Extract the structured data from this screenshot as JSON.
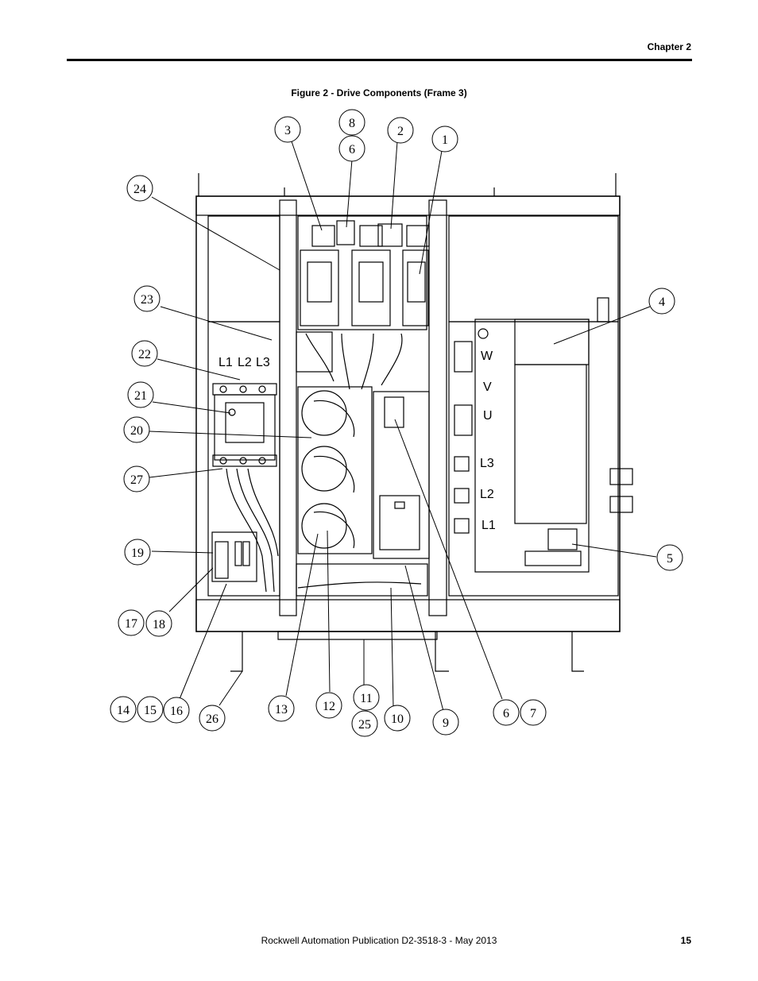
{
  "header": {
    "chapter": "Chapter 2"
  },
  "figure": {
    "title": "Figure 2 - Drive Components (Frame 3)",
    "terminal_labels": {
      "l1": "L1",
      "l2": "L2",
      "l3": "L3",
      "w": "W",
      "v": "V",
      "u": "U",
      "out_l3": "L3",
      "out_l2": "L2",
      "out_l1": "L1"
    },
    "callouts": [
      {
        "id": "c3",
        "label": "3"
      },
      {
        "id": "c8",
        "label": "8"
      },
      {
        "id": "c6a",
        "label": "6"
      },
      {
        "id": "c2",
        "label": "2"
      },
      {
        "id": "c1",
        "label": "1"
      },
      {
        "id": "c24",
        "label": "24"
      },
      {
        "id": "c4",
        "label": "4"
      },
      {
        "id": "c23",
        "label": "23"
      },
      {
        "id": "c22",
        "label": "22"
      },
      {
        "id": "c21",
        "label": "21"
      },
      {
        "id": "c20",
        "label": "20"
      },
      {
        "id": "c27",
        "label": "27"
      },
      {
        "id": "c19",
        "label": "19"
      },
      {
        "id": "c5",
        "label": "5"
      },
      {
        "id": "c17",
        "label": "17"
      },
      {
        "id": "c18",
        "label": "18"
      },
      {
        "id": "c14",
        "label": "14"
      },
      {
        "id": "c15",
        "label": "15"
      },
      {
        "id": "c16",
        "label": "16"
      },
      {
        "id": "c26",
        "label": "26"
      },
      {
        "id": "c13",
        "label": "13"
      },
      {
        "id": "c12",
        "label": "12"
      },
      {
        "id": "c11",
        "label": "11"
      },
      {
        "id": "c25",
        "label": "25"
      },
      {
        "id": "c10",
        "label": "10"
      },
      {
        "id": "c9",
        "label": "9"
      },
      {
        "id": "c6b",
        "label": "6"
      },
      {
        "id": "c7",
        "label": "7"
      }
    ]
  },
  "footer": {
    "publication": "Rockwell Automation Publication D2-3518-3 - May 2013",
    "page_number": "15"
  }
}
